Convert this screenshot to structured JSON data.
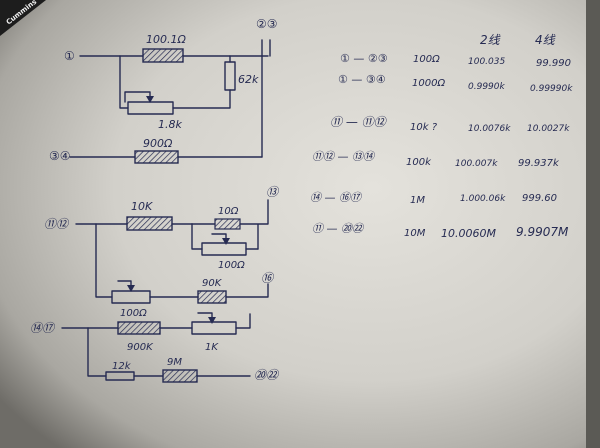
{
  "logo": {
    "text": "Cummins"
  },
  "colors": {
    "ink": "#262b52",
    "paper": "#d7d5cf",
    "vignette": "#2c2b28"
  },
  "circuit1": {
    "node_left": "①",
    "node_right": "②③",
    "node_bottom": "③④",
    "r_top": "100.1Ω",
    "r_right": "62k",
    "r_pot": "1.8k",
    "r_bottom": "900Ω"
  },
  "circuit2": {
    "node_left": "⑪⑫",
    "node_right": "⑬",
    "node_mid": "⑯",
    "r_top": "10K",
    "r_small": "10Ω",
    "r_pot_small": "100Ω",
    "r_pot_low": "100Ω",
    "r_low": "90K"
  },
  "circuit3": {
    "node_left": "⑭⑰",
    "node_right": "⑳㉒",
    "r_top": "900K",
    "r_pot": "1K",
    "r_bl": "12k",
    "r_br": "9M"
  },
  "table": {
    "headers": [
      "2线",
      "4线"
    ],
    "rows": [
      {
        "nodes": "① — ②③",
        "value": "100Ω",
        "two_wire": "100.035",
        "four_wire": "99.990"
      },
      {
        "nodes": "① — ③④",
        "value": "1000Ω",
        "two_wire": "0.9990k",
        "four_wire": "0.99990k"
      },
      {
        "nodes": "⑪ — ⑪⑫",
        "value": "10k ?",
        "two_wire": "10.0076k",
        "four_wire": "10.0027k"
      },
      {
        "nodes": "⑪⑫ — ⑬⑭",
        "value": "100k",
        "two_wire": "100.007k",
        "four_wire": "99.937k"
      },
      {
        "nodes": "⑭ — ⑯⑰",
        "value": "1M",
        "two_wire": "1.000.06k",
        "four_wire": "999.60"
      },
      {
        "nodes": "⑪ — ⑳㉒",
        "value": "10M",
        "two_wire": "10.0060M",
        "four_wire": "9.9907M"
      }
    ]
  }
}
